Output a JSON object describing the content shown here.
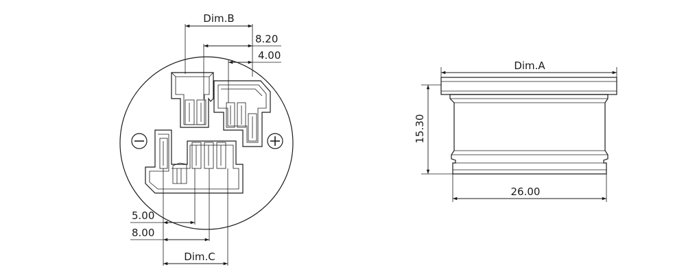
{
  "front_view": {
    "dim_b": "Dim.B",
    "dim_8_20": "8.20",
    "dim_4_00": "4.00",
    "dim_5_00": "5.00",
    "dim_8_00": "8.00",
    "dim_c": "Dim.C",
    "negative_symbol": "minus",
    "positive_symbol": "plus"
  },
  "side_view": {
    "dim_a": "Dim.A",
    "dim_15_30": "15.30",
    "dim_26_00": "26.00"
  }
}
